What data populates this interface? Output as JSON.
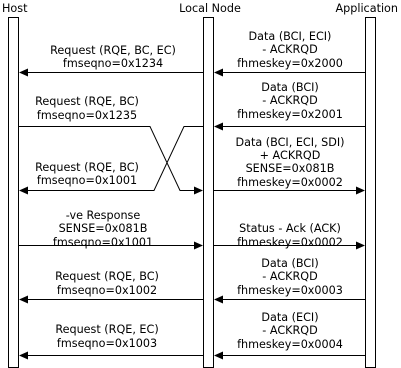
{
  "lanes": {
    "host": "Host",
    "local_node": "Local Node",
    "application": "Application"
  },
  "messages": {
    "m1": {
      "line1": "Request (RQE, BC, EC)",
      "line2": "fmseqno=0x1234"
    },
    "m2": {
      "line1": "Data (BCI, ECI)",
      "line2": "- ACKRQD",
      "line3": "fhmeskey=0x2000"
    },
    "m3": {
      "line1": "Data (BCI)",
      "line2": "- ACKRQD",
      "line3": "fhmeskey=0x2001"
    },
    "m4": {
      "line1": "Request (RQE, BC)",
      "line2": "fmseqno=0x1235"
    },
    "m5": {
      "line1": "Data (BCI, ECI, SDI)",
      "line2": "+ ACKRQD",
      "line3": "SENSE=0x081B",
      "line4": "fhmeskey=0x0002"
    },
    "m6": {
      "line1": "Request (RQE, BC)",
      "line2": "fmseqno=0x1001"
    },
    "m7": {
      "line1": "-ve Response",
      "line2": "SENSE=0x081B",
      "line3": "fmseqno=0x1001"
    },
    "m8": {
      "line1": "Status - Ack (ACK)",
      "line2": "fhmeskey=0x0002"
    },
    "m9": {
      "line1": "Request (RQE, BC)",
      "line2": "fmseqno=0x1002"
    },
    "m10": {
      "line1": "Data (BCI)",
      "line2": "- ACKRQD",
      "line3": "fhmeskey=0x0003"
    },
    "m11": {
      "line1": "Request (RQE, EC)",
      "line2": "fmseqno=0x1003"
    },
    "m12": {
      "line1": "Data (ECI)",
      "line2": "- ACKRQD",
      "line3": "fhmeskey=0x0004"
    }
  }
}
